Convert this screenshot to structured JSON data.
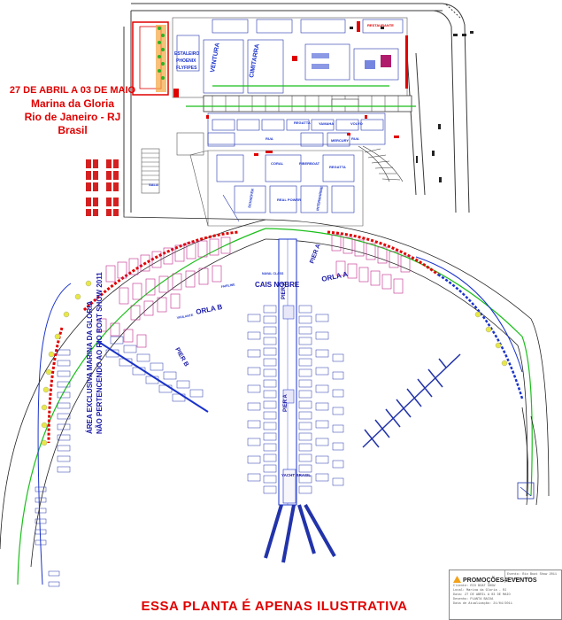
{
  "event_info": {
    "dates": "27 DE ABRIL A 03 DE MAIO",
    "venue": "Marina da Gloria",
    "city": "Rio de Janeiro - RJ",
    "country": "Brasil"
  },
  "disclaimer": "ESSA PLANTA  É APENAS  ILUSTRATIVA",
  "side_note": {
    "line1": "ÁREA EXCLUSIVA MARINA DA GLORIA",
    "line2": "NÃO PERTENCENDO AO RIO BOAT SHOW 2011"
  },
  "labels": {
    "cais_nobre": "CAIS NOBRE",
    "orla_a": "ORLA A",
    "orla_b": "ORLA B",
    "pier_a": "PIER A",
    "pier_b": "PIER B",
    "yacht_brasil": "YACHT BRASIL",
    "ventura": "VENTURA",
    "cimitarra": "CIMITARRA",
    "estaleiro": "ESTALEIRO",
    "phoenix": "PHOENIX",
    "flyfipes": "FLYFIPES",
    "coral": "CORAL",
    "regatta": "REGATTA",
    "fiberboat": "FIBERBOAT",
    "real_power": "REAL POWER",
    "schaefer": "SCHAEFER",
    "intermarine": "INTERMARINE",
    "volvo": "VOLVO",
    "mercury": "MERCURY",
    "yamaha": "YAMAHA",
    "restaurante": "RESTAURANTE",
    "rua": "RUA",
    "rua2": "RUA",
    "naval_class": "NAVAL CLASS",
    "fairline": "FAIRLINE",
    "vigilante": "VIGILANTE",
    "sala": "SALA"
  },
  "title_block": {
    "company": "PROMOÇÕES4EVENTOS",
    "l1": "Cliente: RIO BOAT SHOW",
    "l2": "Local: Marina da Gloria - RJ",
    "l3": "Data: 27 DE ABRIL A 03 DE MAIO",
    "l4": "Desenho: PLANTA BAIXA",
    "l5": "Data de Atualização: 21/04/2011",
    "r1": "Evento: Rio Boat Show 2011",
    "r2": "Arquivo: 2011"
  },
  "colors": {
    "road": "#3a3a3a",
    "water_edge": "#1a33cc",
    "shore_green": "#1bbf1b",
    "pier_red": "#e00000",
    "stand_blue": "#2233aa",
    "label_red": "#e00000",
    "slip_pink": "#c0298a"
  }
}
